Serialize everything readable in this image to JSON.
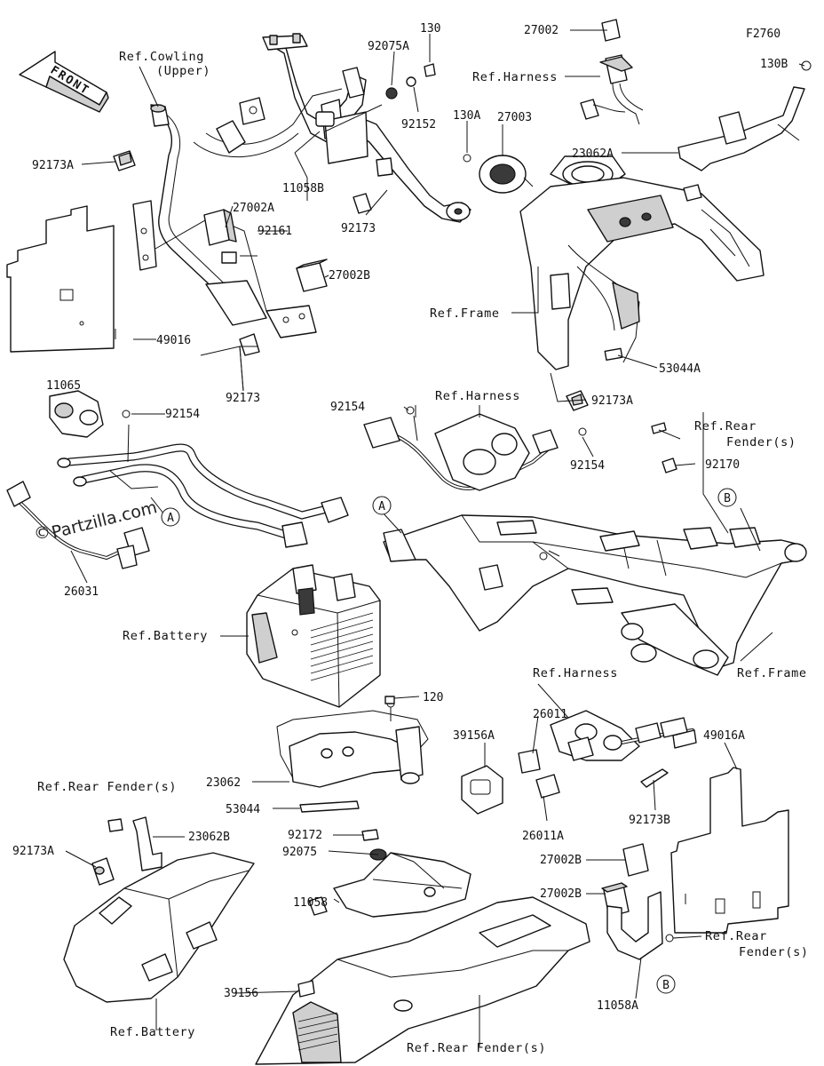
{
  "figure_code": "F2760",
  "watermark": "Partzilla.com",
  "watermark_symbol": "©",
  "front_arrow_label": "FRONT",
  "ref_labels": {
    "cowling_upper_1": "Ref.Cowling",
    "cowling_upper_2": "(Upper)",
    "harness_top": "Ref.Harness",
    "frame_top": "Ref.Frame",
    "harness_mid": "Ref.Harness",
    "rear_fender_1_top": "Ref.Rear",
    "rear_fender_2_top": "Fender(s)",
    "frame_mid": "Ref.Frame",
    "battery_mid": "Ref.Battery",
    "harness_low": "Ref.Harness",
    "rear_fender_low_left": "Ref.Rear Fender(s)",
    "rear_fender_1_low": "Ref.Rear",
    "rear_fender_2_low": "Fender(s)",
    "battery_bottom": "Ref.Battery",
    "rear_fender_bottom": "Ref.Rear Fender(s)"
  },
  "callouts": {
    "A1": "A",
    "A2": "A",
    "B1": "B",
    "B2": "B"
  },
  "part_numbers": {
    "p92075A": "92075A",
    "p130": "130",
    "p27002": "27002",
    "p130B": "130B",
    "p92152": "92152",
    "p130A": "130A",
    "p27003": "27003",
    "p92173A_1": "92173A",
    "p23062A": "23062A",
    "p11058B": "11058B",
    "p27002A": "27002A",
    "p92173_1": "92173",
    "p92161": "92161",
    "p27002B_1": "27002B",
    "p49016": "49016",
    "p53044A": "53044A",
    "p92173_2": "92173",
    "p92173A_2": "92173A",
    "p11065": "11065",
    "p92154_1": "92154",
    "p92154_2": "92154",
    "p92154_3": "92154",
    "p92170": "92170",
    "p26031": "26031",
    "p120": "120",
    "p26011": "26011",
    "p39156A": "39156A",
    "p49016A": "49016A",
    "p23062": "23062",
    "p53044": "53044",
    "p92173B": "92173B",
    "p26011A": "26011A",
    "p23062B": "23062B",
    "p92172": "92172",
    "p92173A_3": "92173A",
    "p92075": "92075",
    "p27002B_2": "27002B",
    "p11058": "11058",
    "p27002B_3": "27002B",
    "p39156": "39156",
    "p11058A": "11058A"
  }
}
